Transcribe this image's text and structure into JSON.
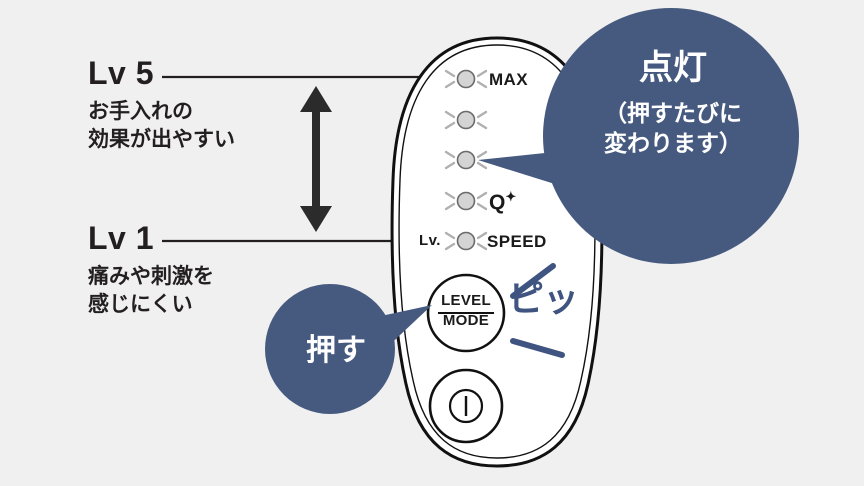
{
  "background_color": "#f0f0f0",
  "accent_color": "#465a80",
  "ink_color": "#231f20",
  "annotations": {
    "high": {
      "level_label": "Lv 5",
      "description": "お手入れの\n効果が出やすい"
    },
    "low": {
      "level_label": "Lv 1",
      "description": "痛みや刺激を\n感じにくい"
    },
    "range_arrow_icon": "double-arrow-vertical"
  },
  "device": {
    "name": "handheld-beauty-device",
    "led_rows": [
      {
        "icon": "led-indicator-icon",
        "label": "MAX"
      },
      {
        "icon": "led-indicator-icon",
        "label": ""
      },
      {
        "icon": "led-indicator-icon",
        "label": ""
      },
      {
        "icon": "led-indicator-icon",
        "label": "Q",
        "label_suffix": "✦"
      },
      {
        "icon": "led-indicator-icon",
        "label": "SPEED",
        "prefix": "Lv."
      }
    ],
    "level_mode_button": {
      "line1": "LEVEL",
      "line2": "MODE"
    },
    "power_button": {
      "icon": "power-icon"
    }
  },
  "callouts": {
    "top": {
      "main": "点灯",
      "sub": "（押すたびに\n変わります）",
      "points_to": "third-led"
    },
    "bottom": {
      "main": "押す",
      "points_to": "level-mode-button"
    }
  },
  "sound_effect": {
    "text": "ピッ",
    "lines_icon": "motion-lines-icon"
  }
}
